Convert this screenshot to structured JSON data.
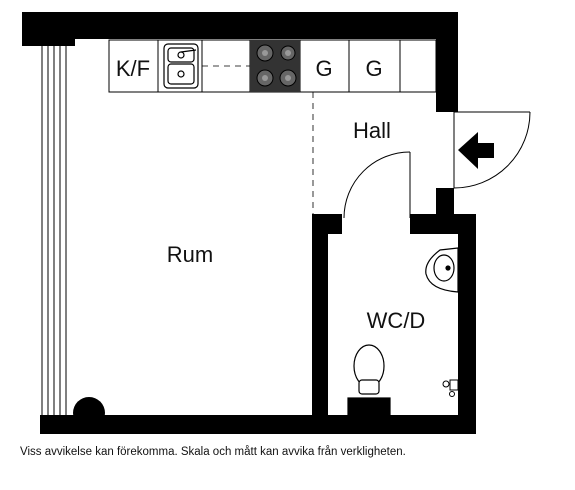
{
  "floorplan": {
    "rooms": {
      "kitchen": "K/F",
      "room": "Rum",
      "hall": "Hall",
      "bathroom": "WC/D"
    },
    "appliances": {
      "cabinet_1": "G",
      "cabinet_2": "G"
    },
    "disclaimer": "Viss avvikelse kan förekomma. Skala och mått kan avvika från verkligheten."
  }
}
